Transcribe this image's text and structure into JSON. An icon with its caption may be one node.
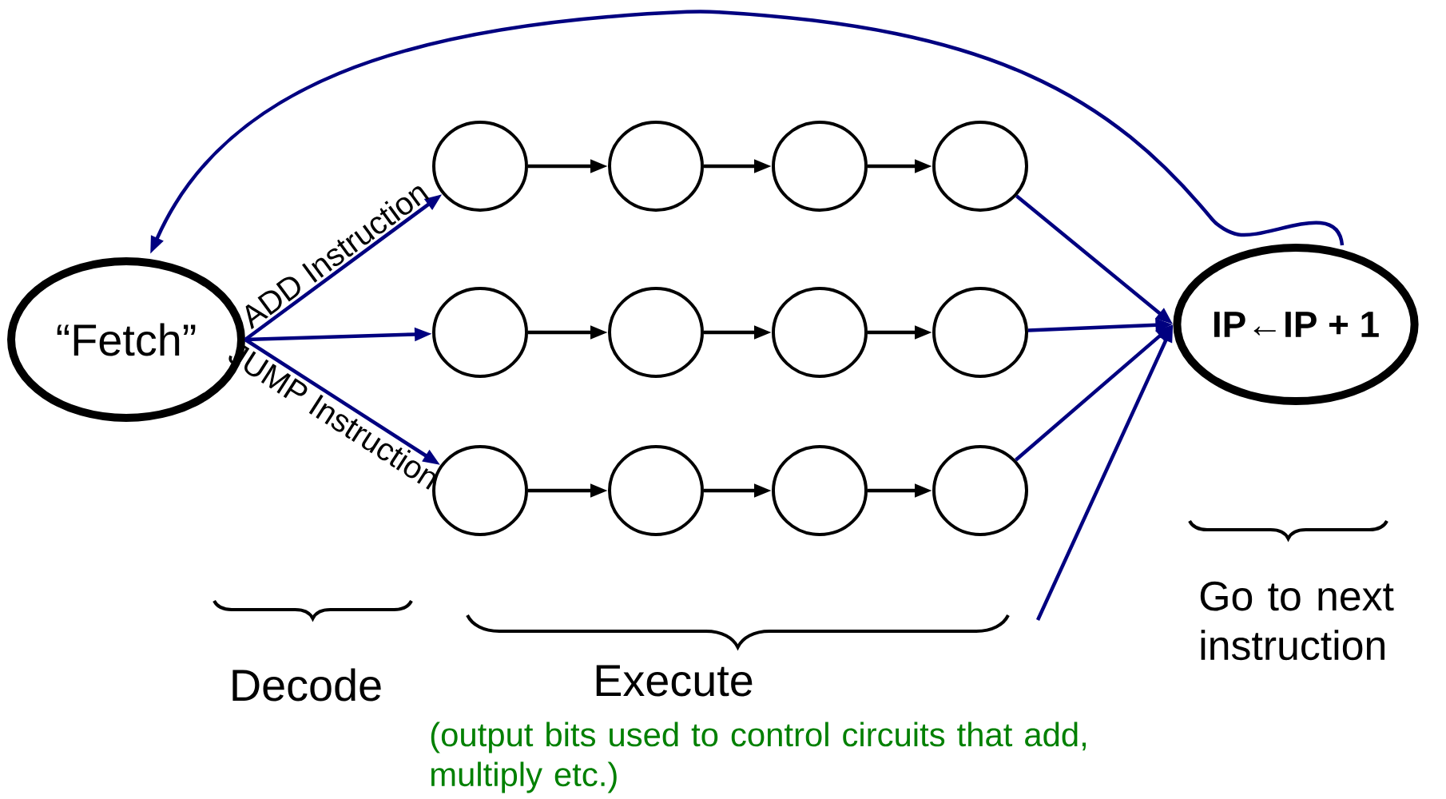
{
  "diagram": {
    "nodes": [
      {
        "text": [
          "“Fetch”"
        ]
      },
      {
        "text": [],
        "shape": "circle"
      },
      {
        "text": [],
        "shape": "circle"
      },
      {
        "text": [],
        "shape": "circle"
      },
      {
        "text": [],
        "shape": "circle"
      },
      {
        "text": [],
        "shape": "circle"
      },
      {
        "text": [],
        "shape": "circle"
      },
      {
        "text": [],
        "shape": "circle"
      },
      {
        "text": [],
        "shape": "circle"
      },
      {
        "text": [],
        "shape": "circle"
      },
      {
        "text": [],
        "shape": "circle"
      },
      {
        "text": [],
        "shape": "circle"
      },
      {
        "text": [],
        "shape": "circle"
      },
      {
        "text": [
          "IP←IP + 1"
        ]
      }
    ],
    "edges": [
      {
        "from": 0,
        "to": 1,
        "arrow": "to",
        "label": "ADD Instruction",
        "color": "#000080"
      },
      {
        "from": 0,
        "to": 5,
        "arrow": "to",
        "color": "#000080"
      },
      {
        "from": 0,
        "to": 9,
        "arrow": "to",
        "label": "JUMP Instruction",
        "color": "#000080"
      },
      {
        "from": 1,
        "to": 2,
        "arrow": "to"
      },
      {
        "from": 2,
        "to": 3,
        "arrow": "to"
      },
      {
        "from": 3,
        "to": 4,
        "arrow": "to"
      },
      {
        "from": 5,
        "to": 6,
        "arrow": "to"
      },
      {
        "from": 6,
        "to": 7,
        "arrow": "to"
      },
      {
        "from": 7,
        "to": 8,
        "arrow": "to"
      },
      {
        "from": 9,
        "to": 10,
        "arrow": "to"
      },
      {
        "from": 10,
        "to": 11,
        "arrow": "to"
      },
      {
        "from": 11,
        "to": 12,
        "arrow": "to"
      },
      {
        "from": 4,
        "to": 13,
        "arrow": "to",
        "color": "#000080"
      },
      {
        "from": 8,
        "to": 13,
        "arrow": "to",
        "color": "#000080"
      },
      {
        "from": 12,
        "to": 13,
        "arrow": "to",
        "color": "#000080"
      },
      {
        "from": null,
        "to": 13,
        "arrow": "to",
        "color": "#000080"
      },
      {
        "from": 13,
        "to": 0,
        "arrow": "to",
        "color": "#000080"
      }
    ],
    "labels": [
      "Decode",
      "Execute",
      "(output bits used to  control circuits that add,  multiply etc.)",
      "Go to next instruction"
    ]
  }
}
